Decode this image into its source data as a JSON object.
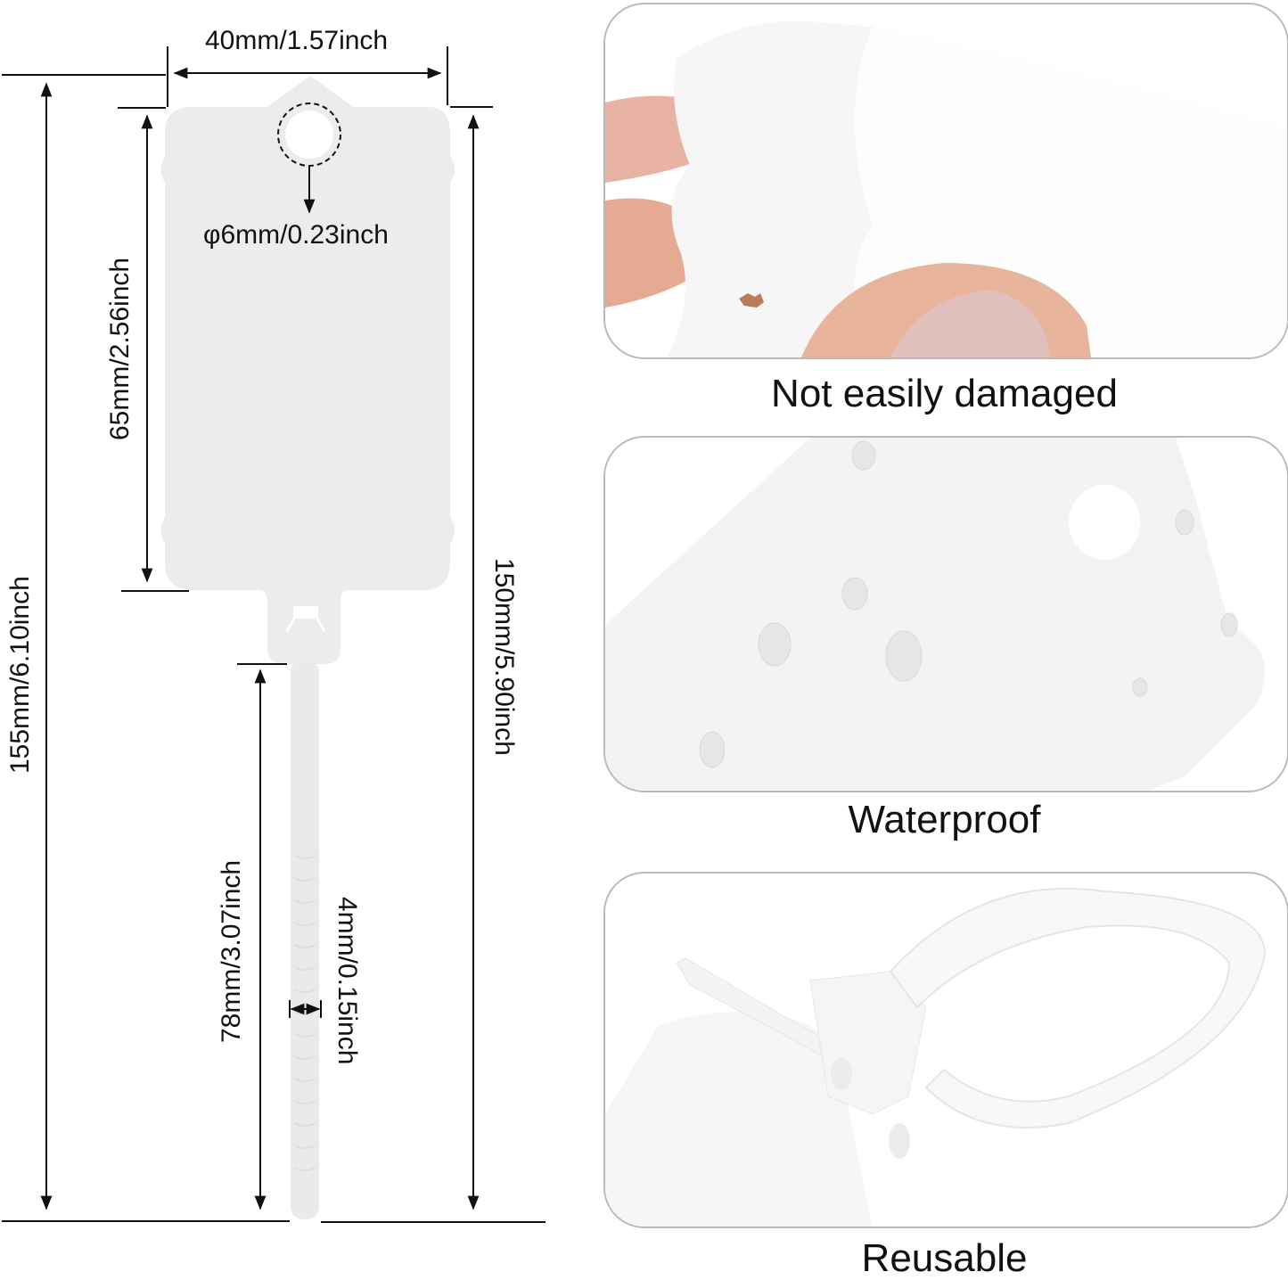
{
  "diagram": {
    "product": "plastic tag with cable tie",
    "dimensions": {
      "tag_width": "40mm/1.57inch",
      "hole_diameter": "φ6mm/0.23inch",
      "tag_body_height": "65mm/2.56inch",
      "total_height": "155mm/6.10inch",
      "tag_to_tie_end": "150mm/5.90inch",
      "strap_length": "78mm/3.07inch",
      "strap_width": "4mm/0.15inch"
    },
    "colors": {
      "tag_fill": "#ececec",
      "line": "#111111",
      "background": "#ffffff"
    }
  },
  "features": [
    {
      "caption": "Not easily damaged",
      "image": "hand-bending-tag-photo"
    },
    {
      "caption": "Waterproof",
      "image": "water-droplets-on-tag-photo"
    },
    {
      "caption": "Reusable",
      "image": "looped-cable-tie-tag-photo"
    }
  ],
  "panel_border_color": "#b9b9b9"
}
